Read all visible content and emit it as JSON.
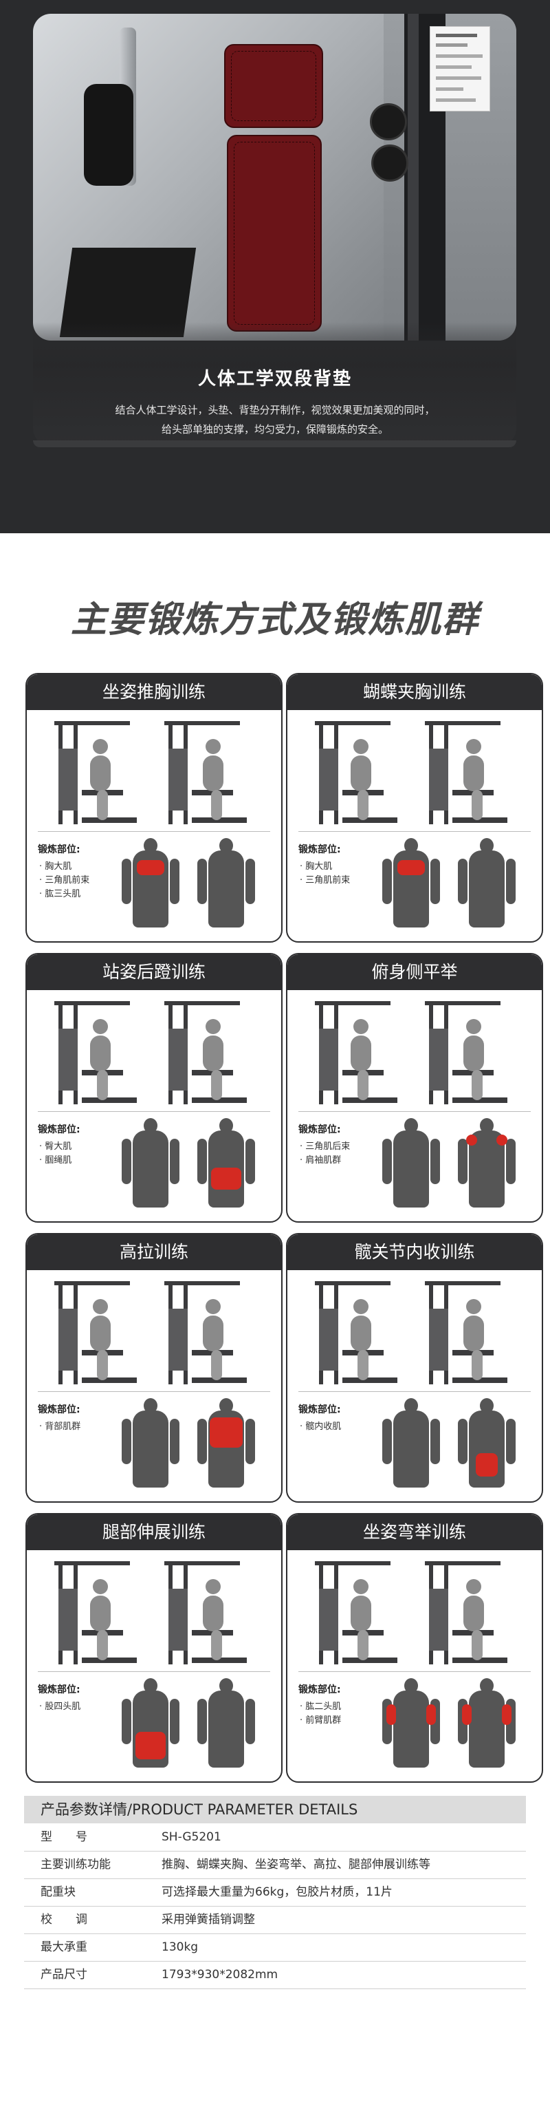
{
  "hero": {
    "title": "人体工学双段背垫",
    "line1": "结合人体工学设计，头垫、背垫分开制作，视觉效果更加美观的同时，",
    "line2": "给头部单独的支撑，均匀受力，保障锻炼的安全。"
  },
  "section_title": "主要锻炼方式及锻炼肌群",
  "muscle_label": "锻炼部位:",
  "cards": [
    {
      "title": "坐姿推胸训练",
      "muscles": [
        "胸大肌",
        "三角肌前束",
        "肱三头肌"
      ]
    },
    {
      "title": "蝴蝶夹胸训练",
      "muscles": [
        "胸大肌",
        "三角肌前束"
      ]
    },
    {
      "title": "站姿后蹬训练",
      "muscles": [
        "臀大肌",
        "腘绳肌"
      ]
    },
    {
      "title": "俯身侧平举",
      "muscles": [
        "三角肌后束",
        "肩袖肌群"
      ]
    },
    {
      "title": "高拉训练",
      "muscles": [
        "背部肌群"
      ]
    },
    {
      "title": "髋关节内收训练",
      "muscles": [
        "髋内收肌"
      ]
    },
    {
      "title": "腿部伸展训练",
      "muscles": [
        "股四头肌"
      ]
    },
    {
      "title": "坐姿弯举训练",
      "muscles": [
        "肱二头肌",
        "前臂肌群"
      ]
    }
  ],
  "spec": {
    "header": "产品参数详情/PRODUCT PARAMETER DETAILS",
    "rows": [
      {
        "k": "型　　号",
        "v": "SH-G5201"
      },
      {
        "k": "主要训练功能",
        "v": "推胸、蝴蝶夹胸、坐姿弯举、高拉、腿部伸展训练等"
      },
      {
        "k": "配重块",
        "v": "可选择最大重量为66kg，包胶片材质，11片"
      },
      {
        "k": "校　　调",
        "v": "采用弹簧插销调整"
      },
      {
        "k": "最大承重",
        "v": "130kg"
      },
      {
        "k": "产品尺寸",
        "v": "1793*930*2082mm"
      }
    ]
  },
  "colors": {
    "accent": "#d42a22",
    "header": "#2e2e30",
    "pad": "#6b1418"
  }
}
